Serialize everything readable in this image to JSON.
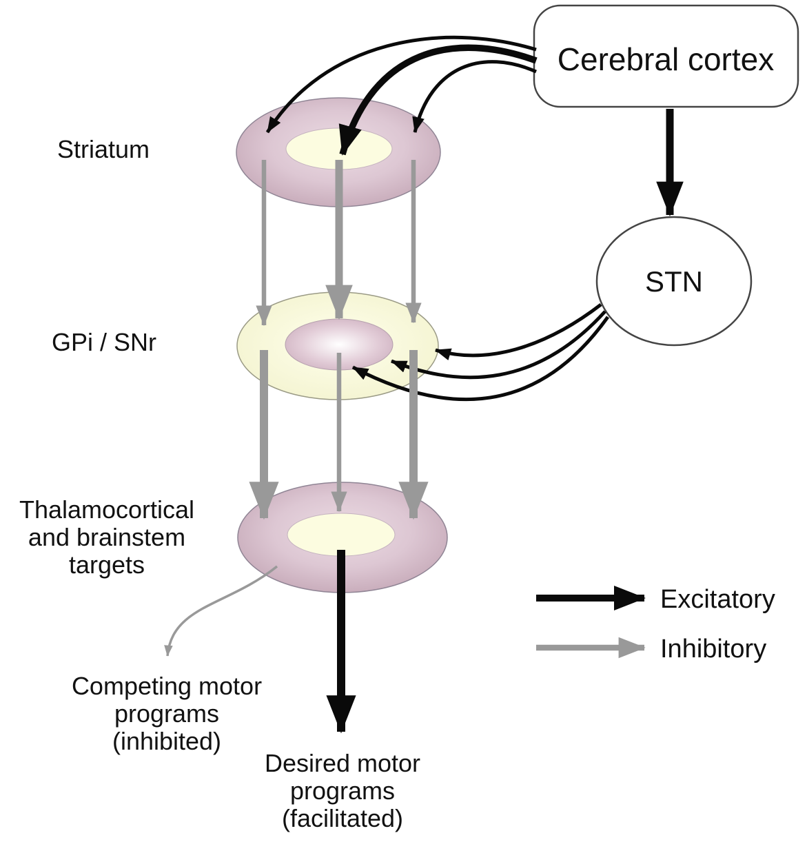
{
  "nodes": {
    "cortex": {
      "label": "Cerebral cortex"
    },
    "stn": {
      "label": "STN"
    }
  },
  "rows": {
    "striatum": {
      "label": "Striatum"
    },
    "gpi_snr": {
      "label": "GPi / SNr"
    },
    "thalamo": {
      "label_lines": [
        "Thalamocortical",
        "and brainstem",
        "targets"
      ]
    }
  },
  "outcomes": {
    "competing": {
      "label_lines": [
        "Competing motor",
        "programs",
        "(inhibited)"
      ]
    },
    "desired": {
      "label_lines": [
        "Desired motor",
        "programs",
        "(facilitated)"
      ]
    }
  },
  "legend": {
    "excitatory": {
      "label": "Excitatory",
      "color": "#0a0a0a"
    },
    "inhibitory": {
      "label": "Inhibitory",
      "color": "#999999"
    }
  },
  "colors": {
    "excitatory_arrow": "#0a0a0a",
    "inhibitory_arrow": "#999999",
    "pink_ring": "#dcc6d2",
    "pale_yellow": "#fbfbdd",
    "background": "#ffffff"
  }
}
